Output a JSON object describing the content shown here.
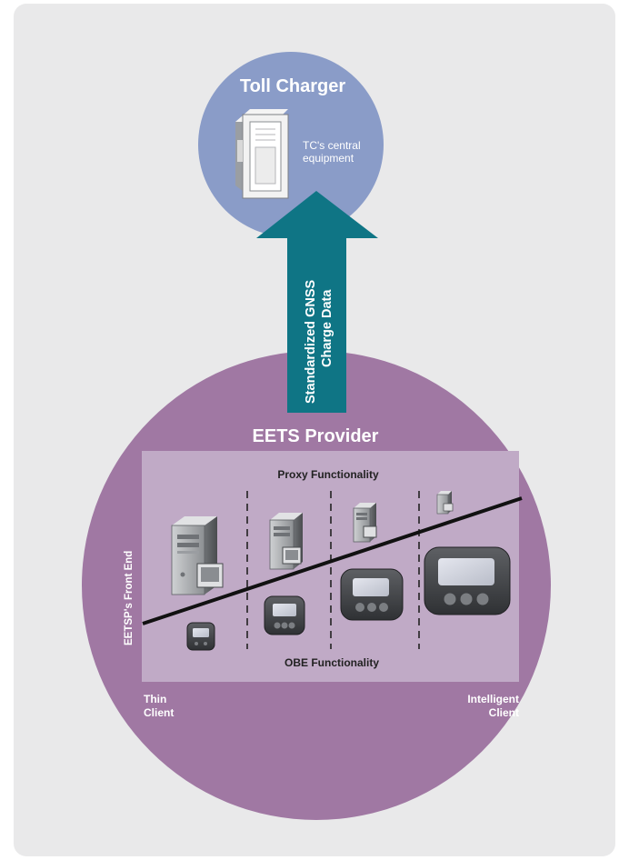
{
  "toll_charger": {
    "title": "Toll Charger",
    "equipment_label_line1": "TC's central",
    "equipment_label_line2": "equipment"
  },
  "arrow": {
    "label_line1": "Standardized GNSS",
    "label_line2": "Charge Data"
  },
  "eets_provider": {
    "title": "EETS Provider",
    "proxy_label": "Proxy Functionality",
    "obe_label": "OBE Functionality",
    "front_end_label": "EETSP's Front End",
    "thin_client_line1": "Thin",
    "thin_client_line2": "Client",
    "intelligent_client_line1": "Intelligent",
    "intelligent_client_line2": "Client"
  },
  "colors": {
    "background": "#e9e9ea",
    "toll_circle": "#8a9cc8",
    "provider_circle": "#a078a3",
    "inner_panel": "#c0aac6",
    "arrow": "#0f7585"
  }
}
